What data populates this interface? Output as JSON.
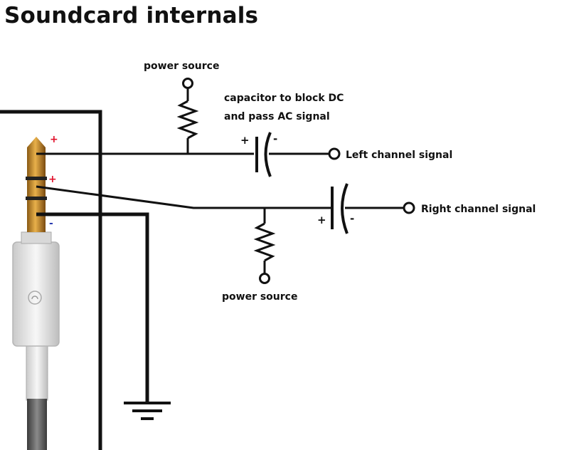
{
  "title": "Soundcard internals",
  "labels": {
    "power_source_top": "power source",
    "capacitor_note_line1": "capacitor to block DC",
    "capacitor_note_line2": "and pass AC signal",
    "left_channel": "Left channel signal",
    "right_channel": "Right channel signal",
    "power_source_bottom": "power source"
  },
  "polarity": {
    "jack_tip": "+",
    "jack_ring": "+",
    "jack_sleeve": "-",
    "cap_left_plus": "+",
    "cap_left_minus": "-",
    "cap_right_plus": "+",
    "cap_right_minus": "-"
  },
  "colors": {
    "wire": "#111111",
    "jack_brass": "#c8902a",
    "jack_body": "#e6e6e6",
    "cable": "#555555",
    "positive": "#e0102a",
    "negative": "#2a3bb0"
  },
  "icons": {
    "ground": "ground-symbol",
    "resistor": "resistor-zigzag",
    "capacitor": "polarized-capacitor",
    "terminal": "open-circle-terminal",
    "jack": "trrs-audio-jack"
  }
}
